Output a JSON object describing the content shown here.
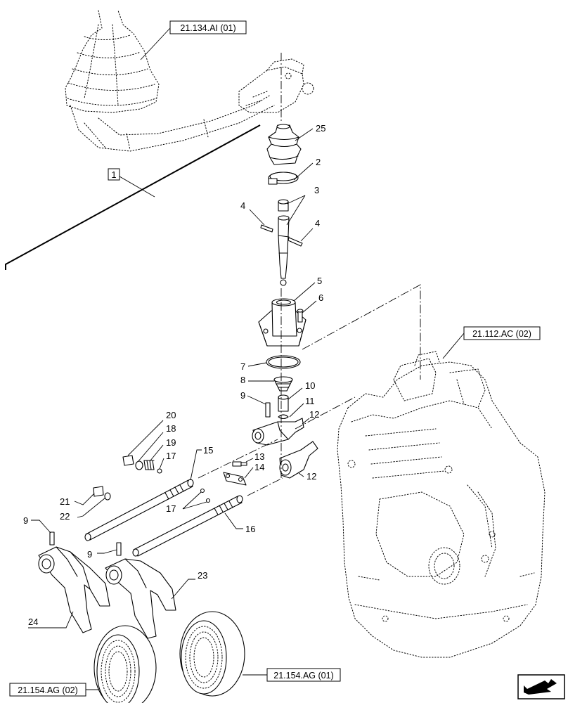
{
  "refs": {
    "top": "21.134.AI (01)",
    "housing": "21.112.AC (02)",
    "sync_left": "21.154.AG (02)",
    "sync_right": "21.154.AG (01)",
    "box1": "1"
  },
  "callouts": {
    "c25": "25",
    "c2": "2",
    "c3": "3",
    "c4a": "4",
    "c4b": "4",
    "c5": "5",
    "c6": "6",
    "c7": "7",
    "c8": "8",
    "c9a": "9",
    "c10": "10",
    "c11": "11",
    "c12a": "12",
    "c12b": "12",
    "c13": "13",
    "c14": "14",
    "c15": "15",
    "c16": "16",
    "c17a": "17",
    "c17b": "17",
    "c18": "18",
    "c19": "19",
    "c20": "20",
    "c21": "21",
    "c22": "22",
    "c9b": "9",
    "c9c": "9",
    "c23": "23",
    "c24": "24"
  },
  "icons": {
    "nav": "next-page-arrow-icon"
  }
}
